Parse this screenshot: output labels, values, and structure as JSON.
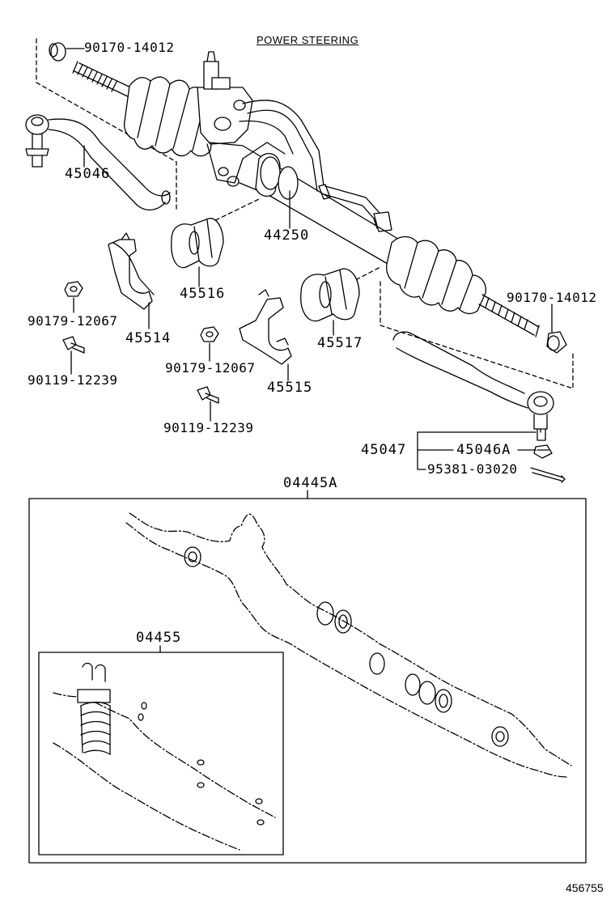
{
  "header": {
    "title": "POWER STEERING"
  },
  "labels": {
    "nut_top": "90170-14012",
    "tie_rod_left": "45046",
    "rack_assembly": "44250",
    "bracket_cushion_left": "45516",
    "bracket_left": "45514",
    "nut_left": "90179-12067",
    "bolt_left": "90119-12239",
    "nut_right": "90170-14012",
    "bracket_cushion_right": "45517",
    "nut_mid": "90179-12067",
    "bracket_right": "45515",
    "bolt_mid": "90119-12239",
    "tie_rod_set": "45047",
    "tie_rod_end_nut": "45046A",
    "cotter_pin": "95381-03020",
    "gasket_kit": "04445A",
    "sub_kit": "04455"
  },
  "footer": {
    "figure_number": "456755"
  }
}
